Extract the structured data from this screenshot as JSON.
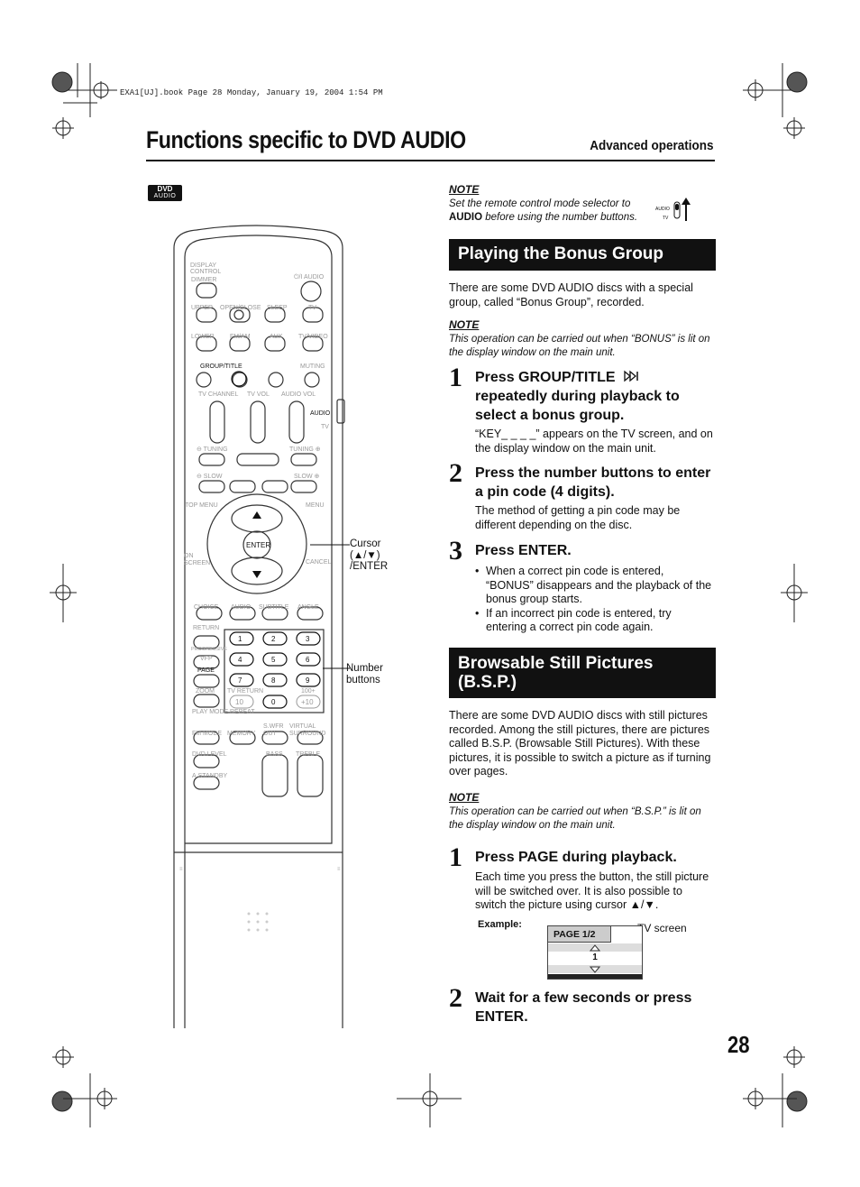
{
  "header_meta": "EXA1[UJ].book  Page 28  Monday, January 19, 2004  1:54 PM",
  "page_title": "Functions specific to DVD AUDIO",
  "section_label": "Advanced operations",
  "badge": {
    "line1": "DVD",
    "line2": "AUDIO"
  },
  "note1": {
    "title": "NOTE",
    "text_a": "Set the remote control mode selector to",
    "bold": "AUDIO",
    "text_b": " before using the number buttons."
  },
  "selector_labels": {
    "audio": "AUDIO",
    "tv": "TV"
  },
  "bonus": {
    "heading": "Playing the Bonus Group",
    "intro": "There are some DVD AUDIO discs with a special group, called “Bonus Group”, recorded.",
    "note_title": "NOTE",
    "note_text": "This operation can be carried out when “BONUS” is lit on the display window on the main unit.",
    "steps": [
      {
        "num": "1",
        "head": "Press GROUP/TITLE",
        "head_rest": "repeatedly during playback to select a bonus group.",
        "body": "“KEY_ _ _ _” appears on the TV screen, and on the display window on the main unit."
      },
      {
        "num": "2",
        "head": "Press the number buttons to enter a pin code (4 digits).",
        "body": "The method of getting a pin code may be different depending on the disc."
      },
      {
        "num": "3",
        "head": "Press ENTER.",
        "bullets": [
          "When a correct pin code is entered, “BONUS” disappears and the playback of the bonus group starts.",
          "If an incorrect pin code is entered, try entering a correct pin code again."
        ]
      }
    ]
  },
  "bsp": {
    "heading": "Browsable Still Pictures (B.S.P.)",
    "intro": "There are some DVD AUDIO discs with still pictures recorded. Among the still pictures, there are pictures called B.S.P. (Browsable Still Pictures). With these pictures, it is possible to switch a picture as if turning over pages.",
    "note_title": "NOTE",
    "note_text": "This operation can be carried out when “B.S.P.” is lit on the display window on the main unit.",
    "steps": [
      {
        "num": "1",
        "head": "Press PAGE during playback.",
        "body": "Each time you press the button, the still picture will be switched over.  It is also possible to switch the picture using cursor ▲/▼."
      },
      {
        "num": "2",
        "head": "Wait for a few seconds or press ENTER."
      }
    ],
    "example_label": "Example:",
    "tv_label": "TV screen",
    "screen_page": "PAGE  1/2",
    "screen_value": "1"
  },
  "callouts": {
    "cursor": "Cursor (▲/▼) /ENTER",
    "number": "Number buttons"
  },
  "remote": {
    "display_control": "DISPLAY CONTROL",
    "dimmer": "DIMMER",
    "upper": "UPPER",
    "lower": "LOWER",
    "power": "⏻/I AUDIO",
    "open_close": "OPEN/CLOSE",
    "sleep": "SLEEP",
    "tv": "TV",
    "fm_am": "FM/AM",
    "aux": "AUX",
    "tv_video": "TV/VIDEO",
    "group_title": "GROUP/TITLE",
    "muting": "MUTING",
    "tv_channel": "TV CHANNEL",
    "tv_vol": "TV VOL",
    "audio_vol": "AUDIO VOL",
    "selector_audio": "AUDIO",
    "selector_tv": "TV",
    "tuning_l": "⊖ TUNING",
    "tuning_r": "TUNING ⊕",
    "slow_l": "⊖ SLOW",
    "slow_r": "SLOW ⊕",
    "top_menu": "TOP MENU",
    "menu": "MENU",
    "enter": "ENTER",
    "on_screen": "ON SCREEN",
    "cancel": "CANCEL",
    "choice": "CHOICE",
    "audio": "AUDIO",
    "subtitle": "SUBTITLE",
    "angle": "ANGLE",
    "return": "RETURN",
    "progressive": "PROGRESSIVE",
    "vfp": "VFP",
    "page": "PAGE",
    "zoom": "ZOOM",
    "tv_return": "TV RETURN",
    "k100": "100+",
    "play_mode": "PLAY MODE",
    "repeat": "REPEAT",
    "fm_mode": "FM MODE",
    "memory": "MEMORY",
    "swfr_out": "S.WFR OUT",
    "virtual_surround": "VIRTUAL SURROUND",
    "dvd_level": "DVD LEVEL",
    "bass": "BASS",
    "treble": "TREBLE",
    "a_standby": "A.STANDBY",
    "keys": [
      "1",
      "2",
      "3",
      "4",
      "5",
      "6",
      "7",
      "8",
      "9",
      "10",
      "0",
      "+10"
    ]
  },
  "page_number": "28"
}
